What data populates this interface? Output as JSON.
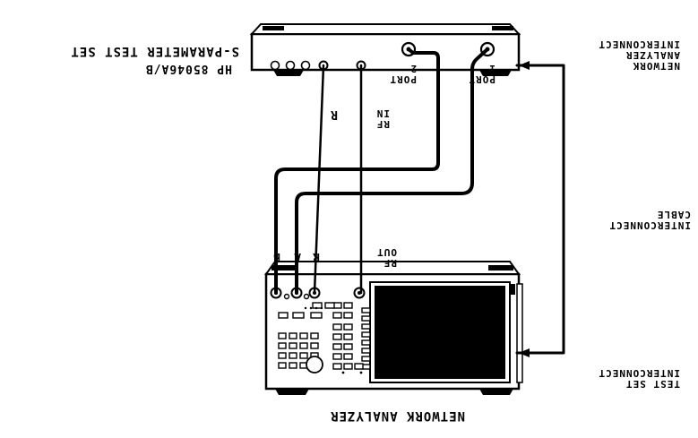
{
  "devices": {
    "test_set": {
      "title": "S-PARAMETER TEST SET",
      "model": "HP 85046A/B",
      "port1": "PORT 1",
      "port2": "PORT 2",
      "rf_in": "RF IN",
      "r": "R"
    },
    "analyzer": {
      "title": "NETWORK ANALYZER",
      "rf_out": "RF OUT",
      "r": "R",
      "a": "A",
      "b": "B"
    }
  },
  "labels": {
    "network_analyzer_interconnect": "NETWORK ANALYZER INTERCONNECT",
    "interconnect_cable": "INTERCONNECT CABLE",
    "test_set_interconnect": "TEST SET INTERCONNECT"
  },
  "colors": {
    "ink": "#000000",
    "screen": "#000000",
    "paper": "#ffffff"
  }
}
